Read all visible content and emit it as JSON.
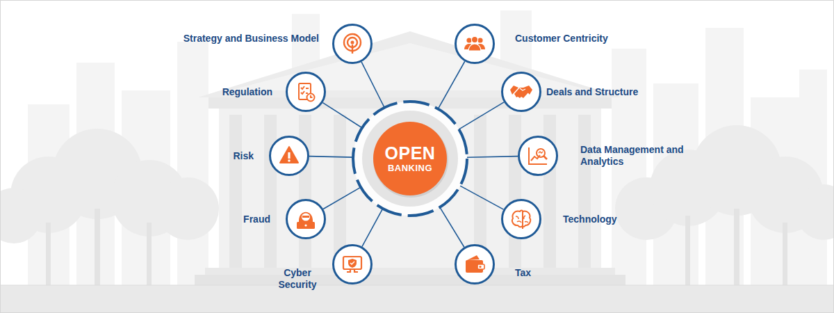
{
  "diagram": {
    "nodes": [
      {
        "text": [
          "OPEN BANKING"
        ]
      },
      {
        "text": [
          "Strategy and Business Model"
        ]
      },
      {
        "text": [
          "Customer Centricity"
        ]
      },
      {
        "text": [
          "Regulation"
        ]
      },
      {
        "text": [
          "Deals and Structure"
        ]
      },
      {
        "text": [
          "Risk"
        ]
      },
      {
        "text": [
          "Data Management and Analytics"
        ]
      },
      {
        "text": [
          "Fraud"
        ]
      },
      {
        "text": [
          "Technology"
        ]
      },
      {
        "text": [
          "Cyber Security"
        ]
      },
      {
        "text": [
          "Tax"
        ]
      }
    ],
    "edges": [
      {
        "from": 0,
        "to": 1,
        "arrow": "none"
      },
      {
        "from": 0,
        "to": 2,
        "arrow": "none"
      },
      {
        "from": 0,
        "to": 3,
        "arrow": "none"
      },
      {
        "from": 0,
        "to": 4,
        "arrow": "none"
      },
      {
        "from": 0,
        "to": 5,
        "arrow": "none"
      },
      {
        "from": 0,
        "to": 6,
        "arrow": "none"
      },
      {
        "from": 0,
        "to": 7,
        "arrow": "none"
      },
      {
        "from": 0,
        "to": 8,
        "arrow": "none"
      },
      {
        "from": 0,
        "to": 9,
        "arrow": "none"
      },
      {
        "from": 0,
        "to": 10,
        "arrow": "none"
      }
    ]
  }
}
